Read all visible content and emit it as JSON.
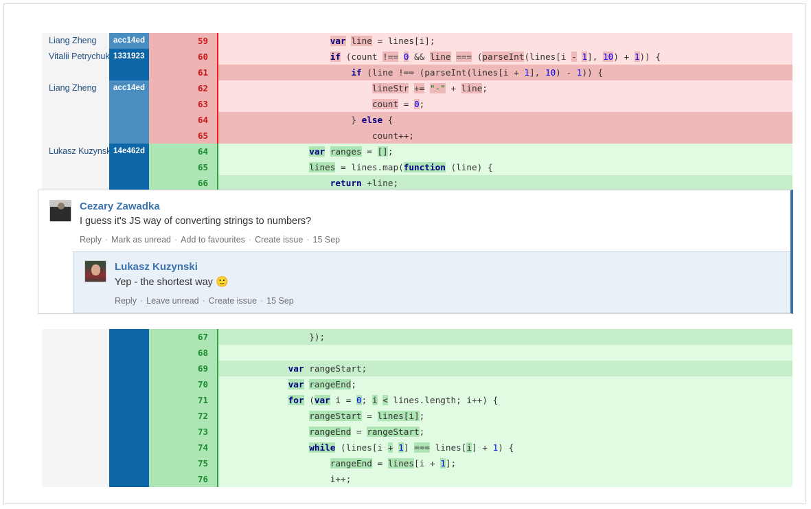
{
  "diff_top": {
    "rows": [
      {
        "author": "Liang Zheng",
        "hash": "acc14ed",
        "hash_style": "light",
        "num": "59",
        "type": "del",
        "tokens": [
          {
            "t": "                    ",
            "c": ""
          },
          {
            "t": "var",
            "c": "kw hl"
          },
          {
            "t": " ",
            "c": ""
          },
          {
            "t": "line",
            "c": "hl"
          },
          {
            "t": " = lines[i];",
            "c": ""
          }
        ]
      },
      {
        "author": "Vitalii Petrychuk",
        "hash": "1331923",
        "hash_style": "dark",
        "num": "60",
        "type": "del",
        "tokens": [
          {
            "t": "                    ",
            "c": ""
          },
          {
            "t": "if",
            "c": "kw hl"
          },
          {
            "t": " (count ",
            "c": ""
          },
          {
            "t": "!==",
            "c": "hl"
          },
          {
            "t": " ",
            "c": ""
          },
          {
            "t": "0",
            "c": "num hl"
          },
          {
            "t": " && ",
            "c": ""
          },
          {
            "t": "line",
            "c": "hl"
          },
          {
            "t": " ",
            "c": ""
          },
          {
            "t": "===",
            "c": "hl"
          },
          {
            "t": " (",
            "c": ""
          },
          {
            "t": "parseInt",
            "c": "hl"
          },
          {
            "t": "(lines[i ",
            "c": ""
          },
          {
            "t": "-",
            "c": "hl"
          },
          {
            "t": " ",
            "c": ""
          },
          {
            "t": "1",
            "c": "num hl"
          },
          {
            "t": "], ",
            "c": ""
          },
          {
            "t": "10",
            "c": "num hl"
          },
          {
            "t": ") + ",
            "c": ""
          },
          {
            "t": "1",
            "c": "num hl"
          },
          {
            "t": ")) {",
            "c": ""
          }
        ]
      },
      {
        "author": "",
        "hash": "",
        "hash_style": "dark-blank",
        "num": "61",
        "type": "del",
        "wide": true,
        "tokens": [
          {
            "t": "                        ",
            "c": ""
          },
          {
            "t": "if",
            "c": "kw"
          },
          {
            "t": " (line !== (",
            "c": ""
          },
          {
            "t": "parseInt",
            "c": ""
          },
          {
            "t": "(lines[i + ",
            "c": ""
          },
          {
            "t": "1",
            "c": "num"
          },
          {
            "t": "], ",
            "c": ""
          },
          {
            "t": "10",
            "c": "num"
          },
          {
            "t": ") ",
            "c": ""
          },
          {
            "t": "-",
            "c": ""
          },
          {
            "t": " ",
            "c": ""
          },
          {
            "t": "1",
            "c": "num"
          },
          {
            "t": ")) {",
            "c": ""
          }
        ]
      },
      {
        "author": "Liang Zheng",
        "hash": "acc14ed",
        "hash_style": "light",
        "num": "62",
        "type": "del",
        "tokens": [
          {
            "t": "                            ",
            "c": ""
          },
          {
            "t": "lineStr",
            "c": "hl"
          },
          {
            "t": " ",
            "c": ""
          },
          {
            "t": "+=",
            "c": "hl"
          },
          {
            "t": " ",
            "c": ""
          },
          {
            "t": "\"-\"",
            "c": "str hl"
          },
          {
            "t": " + ",
            "c": ""
          },
          {
            "t": "line",
            "c": "hl"
          },
          {
            "t": ";",
            "c": ""
          }
        ]
      },
      {
        "author": "",
        "hash": "",
        "hash_style": "light-blank",
        "num": "63",
        "type": "del",
        "tokens": [
          {
            "t": "                            ",
            "c": ""
          },
          {
            "t": "count",
            "c": "hl"
          },
          {
            "t": " = ",
            "c": ""
          },
          {
            "t": "0",
            "c": "num hl"
          },
          {
            "t": ";",
            "c": ""
          }
        ]
      },
      {
        "author": "",
        "hash": "",
        "hash_style": "light-blank",
        "num": "64",
        "type": "del",
        "wide": true,
        "tokens": [
          {
            "t": "                        ",
            "c": ""
          },
          {
            "t": "} ",
            "c": ""
          },
          {
            "t": "else",
            "c": "kw"
          },
          {
            "t": " {",
            "c": ""
          }
        ]
      },
      {
        "author": "",
        "hash": "",
        "hash_style": "light-blank",
        "num": "65",
        "type": "del",
        "wide": true,
        "tokens": [
          {
            "t": "                            ",
            "c": ""
          },
          {
            "t": "count",
            "c": ""
          },
          {
            "t": "++;",
            "c": ""
          }
        ]
      },
      {
        "author": "Lukasz Kuzynski",
        "hash": "14e462d",
        "hash_style": "dark",
        "num": "64",
        "type": "add",
        "tokens": [
          {
            "t": "                ",
            "c": ""
          },
          {
            "t": "var",
            "c": "kw hla"
          },
          {
            "t": " ",
            "c": ""
          },
          {
            "t": "ranges",
            "c": "hla"
          },
          {
            "t": " = ",
            "c": ""
          },
          {
            "t": "[]",
            "c": "hla"
          },
          {
            "t": ";",
            "c": ""
          }
        ]
      },
      {
        "author": "",
        "hash": "",
        "hash_style": "dark-blank",
        "num": "65",
        "type": "add",
        "tokens": [
          {
            "t": "                ",
            "c": ""
          },
          {
            "t": "lines",
            "c": "hla"
          },
          {
            "t": " = lines.map(",
            "c": ""
          },
          {
            "t": "function",
            "c": "kw hla"
          },
          {
            "t": " (line) {",
            "c": ""
          }
        ]
      },
      {
        "author": "",
        "hash": "",
        "hash_style": "dark-blank",
        "num": "66",
        "type": "add",
        "wide": true,
        "tokens": [
          {
            "t": "                    ",
            "c": ""
          },
          {
            "t": "return",
            "c": "kw"
          },
          {
            "t": " +line;",
            "c": ""
          }
        ]
      }
    ]
  },
  "comments": {
    "parent": {
      "author": "Cezary Zawadka",
      "avatar": "user-photo-cezary",
      "text": "I guess it's JS way of converting strings to numbers?",
      "actions": [
        "Reply",
        "Mark as unread",
        "Add to favourites",
        "Create issue"
      ],
      "date": "15 Sep"
    },
    "reply": {
      "author": "Lukasz Kuzynski",
      "avatar": "user-photo-lukasz",
      "text": "Yep - the shortest way ",
      "emoji": "🙂",
      "actions": [
        "Reply",
        "Leave unread",
        "Create issue"
      ],
      "date": "15 Sep"
    },
    "separator": "·"
  },
  "diff_bottom": {
    "rows": [
      {
        "author": "",
        "hash": "",
        "hash_style": "dark-blank",
        "num": "67",
        "type": "add",
        "wide": true,
        "tokens": [
          {
            "t": "                ",
            "c": ""
          },
          {
            "t": "});",
            "c": ""
          }
        ]
      },
      {
        "author": "",
        "hash": "",
        "hash_style": "dark-blank",
        "num": "68",
        "type": "add",
        "tokens": [
          {
            "t": "",
            "c": ""
          }
        ]
      },
      {
        "author": "",
        "hash": "",
        "hash_style": "dark-blank",
        "num": "69",
        "type": "add",
        "wide": true,
        "tokens": [
          {
            "t": "            ",
            "c": ""
          },
          {
            "t": "var",
            "c": "kw"
          },
          {
            "t": " rangeStart;",
            "c": ""
          }
        ]
      },
      {
        "author": "",
        "hash": "",
        "hash_style": "dark-blank",
        "num": "70",
        "type": "add",
        "tokens": [
          {
            "t": "            ",
            "c": ""
          },
          {
            "t": "var",
            "c": "kw hla"
          },
          {
            "t": " ",
            "c": ""
          },
          {
            "t": "rangeEnd",
            "c": "hla"
          },
          {
            "t": ";",
            "c": ""
          }
        ]
      },
      {
        "author": "",
        "hash": "",
        "hash_style": "dark-blank",
        "num": "71",
        "type": "add",
        "tokens": [
          {
            "t": "            ",
            "c": ""
          },
          {
            "t": "for",
            "c": "kw hla"
          },
          {
            "t": " (",
            "c": ""
          },
          {
            "t": "var",
            "c": "kw hla"
          },
          {
            "t": " i = ",
            "c": ""
          },
          {
            "t": "0",
            "c": "num hla"
          },
          {
            "t": "; ",
            "c": ""
          },
          {
            "t": "i",
            "c": "hla"
          },
          {
            "t": " ",
            "c": ""
          },
          {
            "t": "<",
            "c": "hla"
          },
          {
            "t": " lines.length; i++) {",
            "c": ""
          }
        ]
      },
      {
        "author": "",
        "hash": "",
        "hash_style": "dark-blank",
        "num": "72",
        "type": "add",
        "tokens": [
          {
            "t": "                ",
            "c": ""
          },
          {
            "t": "rangeStart",
            "c": "hla"
          },
          {
            "t": " = ",
            "c": ""
          },
          {
            "t": "lines[i]",
            "c": "hla"
          },
          {
            "t": ";",
            "c": ""
          }
        ]
      },
      {
        "author": "",
        "hash": "",
        "hash_style": "dark-blank",
        "num": "73",
        "type": "add",
        "tokens": [
          {
            "t": "                ",
            "c": ""
          },
          {
            "t": "rangeEnd",
            "c": "hla"
          },
          {
            "t": " = ",
            "c": ""
          },
          {
            "t": "rangeStart",
            "c": "hla"
          },
          {
            "t": ";",
            "c": ""
          }
        ]
      },
      {
        "author": "",
        "hash": "",
        "hash_style": "dark-blank",
        "num": "74",
        "type": "add",
        "tokens": [
          {
            "t": "                ",
            "c": ""
          },
          {
            "t": "while",
            "c": "kw hla"
          },
          {
            "t": " (lines[i ",
            "c": ""
          },
          {
            "t": "+",
            "c": "hla"
          },
          {
            "t": " ",
            "c": ""
          },
          {
            "t": "1",
            "c": "num hla"
          },
          {
            "t": "] ",
            "c": ""
          },
          {
            "t": "===",
            "c": "hla"
          },
          {
            "t": " lines[",
            "c": ""
          },
          {
            "t": "i",
            "c": "hla"
          },
          {
            "t": "] + ",
            "c": ""
          },
          {
            "t": "1",
            "c": "num"
          },
          {
            "t": ") {",
            "c": ""
          }
        ]
      },
      {
        "author": "",
        "hash": "",
        "hash_style": "dark-blank",
        "num": "75",
        "type": "add",
        "tokens": [
          {
            "t": "                    ",
            "c": ""
          },
          {
            "t": "rangeEnd",
            "c": "hla"
          },
          {
            "t": " = ",
            "c": ""
          },
          {
            "t": "lines",
            "c": "hla"
          },
          {
            "t": "[i + ",
            "c": ""
          },
          {
            "t": "1",
            "c": "num hla"
          },
          {
            "t": "];",
            "c": ""
          }
        ]
      },
      {
        "author": "",
        "hash": "",
        "hash_style": "dark-blank",
        "num": "76",
        "type": "add",
        "tokens": [
          {
            "t": "                    ",
            "c": ""
          },
          {
            "t": "i",
            "c": ""
          },
          {
            "t": "++;",
            "c": ""
          }
        ]
      }
    ]
  }
}
